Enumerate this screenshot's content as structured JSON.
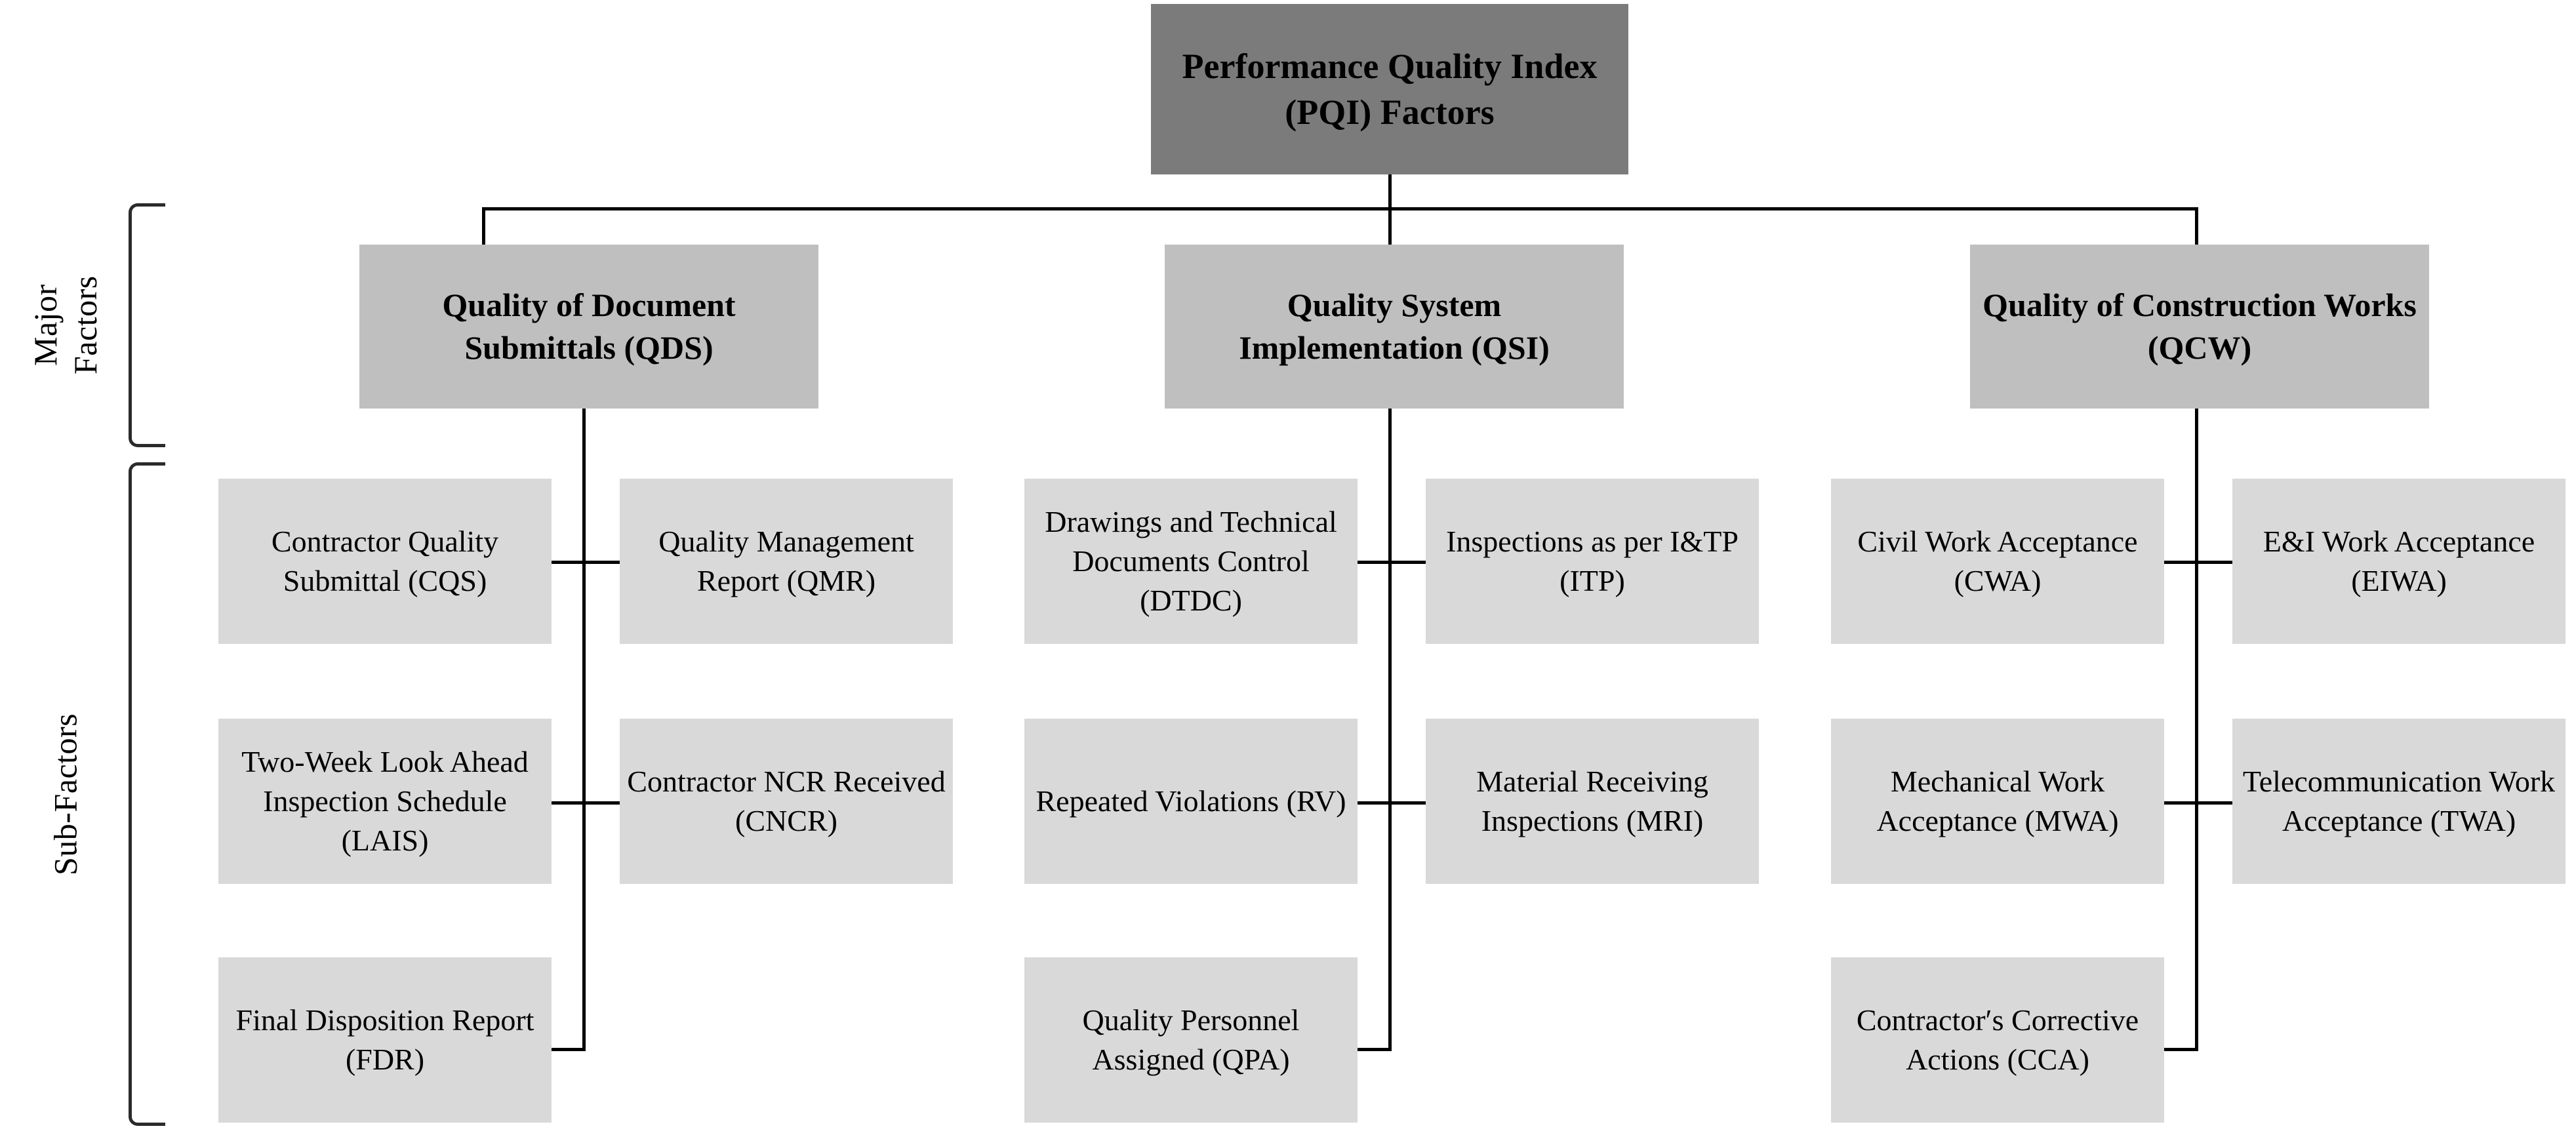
{
  "diagram": {
    "root": {
      "label": "Performance Quality Index (PQI) Factors"
    },
    "axis_labels": {
      "major": "Major Factors",
      "major_line1": "Major",
      "major_line2": "Factors",
      "sub": "Sub-Factors"
    },
    "colors": {
      "root_fill": "#7b7b7b",
      "major_fill": "#bfbfbf",
      "sub_fill": "#d9d9d9",
      "line": "#000000",
      "bracket": "#2b2b2b",
      "background": "#ffffff",
      "text": "#000000"
    },
    "groups": [
      {
        "id": "qds",
        "major": "Quality of Document Submittals (QDS)",
        "subs": [
          {
            "label": "Contractor Quality Submittal (CQS)"
          },
          {
            "label": "Quality Management Report (QMR)"
          },
          {
            "label": "Two-Week Look Ahead Inspection Schedule (LAIS)"
          },
          {
            "label": "Contractor NCR Received (CNCR)"
          },
          {
            "label": "Final Disposition Report (FDR)"
          }
        ]
      },
      {
        "id": "qsi",
        "major": "Quality System Implementation (QSI)",
        "subs": [
          {
            "label": "Drawings and Technical Documents Control (DTDC)"
          },
          {
            "label": "Inspections as per I&TP (ITP)"
          },
          {
            "label": "Repeated Violations (RV)"
          },
          {
            "label": "Material Receiving Inspections (MRI)"
          },
          {
            "label": "Quality Personnel Assigned (QPA)"
          }
        ]
      },
      {
        "id": "qcw",
        "major": "Quality of Construction Works (QCW)",
        "subs": [
          {
            "label": "Civil Work Acceptance (CWA)"
          },
          {
            "label": "E&I Work Acceptance (EIWA)"
          },
          {
            "label": "Mechanical Work Acceptance (MWA)"
          },
          {
            "label": "Telecommunication Work Acceptance (TWA)"
          },
          {
            "label": "Contractor′s Corrective Actions (CCA)"
          }
        ]
      }
    ]
  }
}
